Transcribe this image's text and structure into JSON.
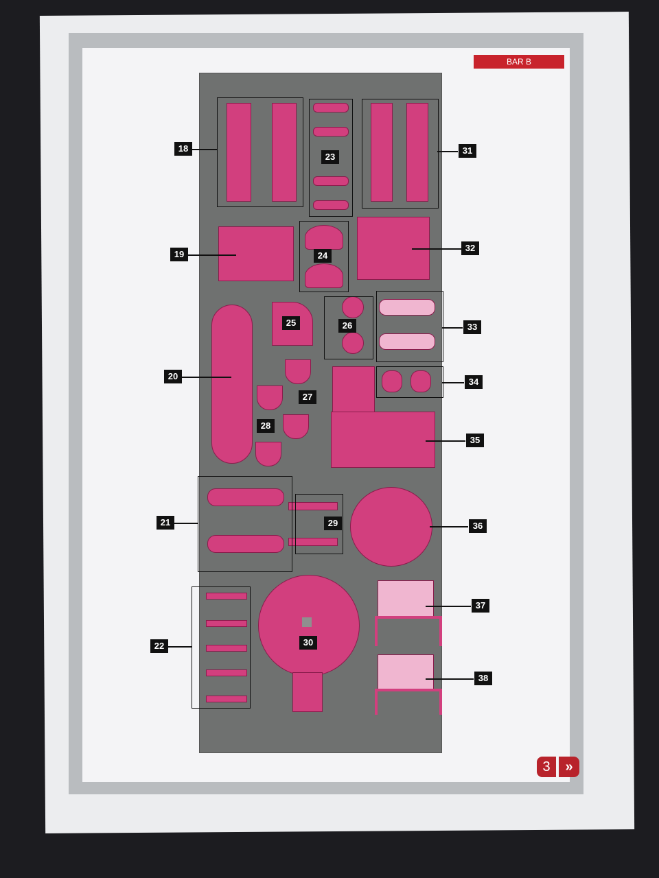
{
  "header": {
    "bar_label": "BAR B"
  },
  "parts": {
    "p18": "18",
    "p19": "19",
    "p20": "20",
    "p21": "21",
    "p22": "22",
    "p23": "23",
    "p24": "24",
    "p25": "25",
    "p26": "26",
    "p27": "27",
    "p28": "28",
    "p29": "29",
    "p30": "30",
    "p31": "31",
    "p32": "32",
    "p33": "33",
    "p34": "34",
    "p35": "35",
    "p36": "36",
    "p37": "37",
    "p38": "38"
  },
  "footer": {
    "page_number": "3",
    "next_icon": "»"
  },
  "colors": {
    "accent": "#c8232c",
    "part": "#d23f7e",
    "sprue": "#6f7170"
  }
}
